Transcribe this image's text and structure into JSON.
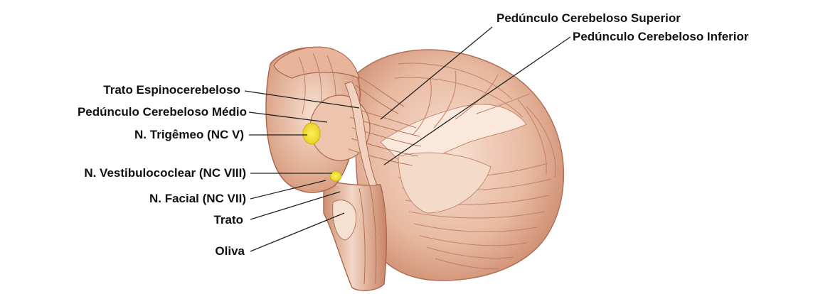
{
  "labels": {
    "superior_peduncle": "Pedúnculo Cerebeloso Superior",
    "inferior_peduncle": "Pedúnculo Cerebeloso Inferior",
    "spinocerebellar_tract": "Trato Espinocerebeloso",
    "middle_peduncle": "Pedúnculo Cerebeloso Médio",
    "trigeminal_nerve": "N. Trigêmeo (NC V)",
    "vestibulocochlear_nerve": "N. Vestibulococlear (NC VIII)",
    "facial_nerve": "N. Facial (NC VII)",
    "tract": "Trato",
    "olive": "Oliva"
  },
  "colors": {
    "tissue_base": "#e9bfa9",
    "tissue_light": "#f5dccd",
    "tissue_dark": "#b9775c",
    "tissue_line": "#9a5a42",
    "nerve_highlight": "#f2e23a",
    "leader_line": "#222222",
    "label_text": "#111111",
    "background": "#ffffff"
  }
}
